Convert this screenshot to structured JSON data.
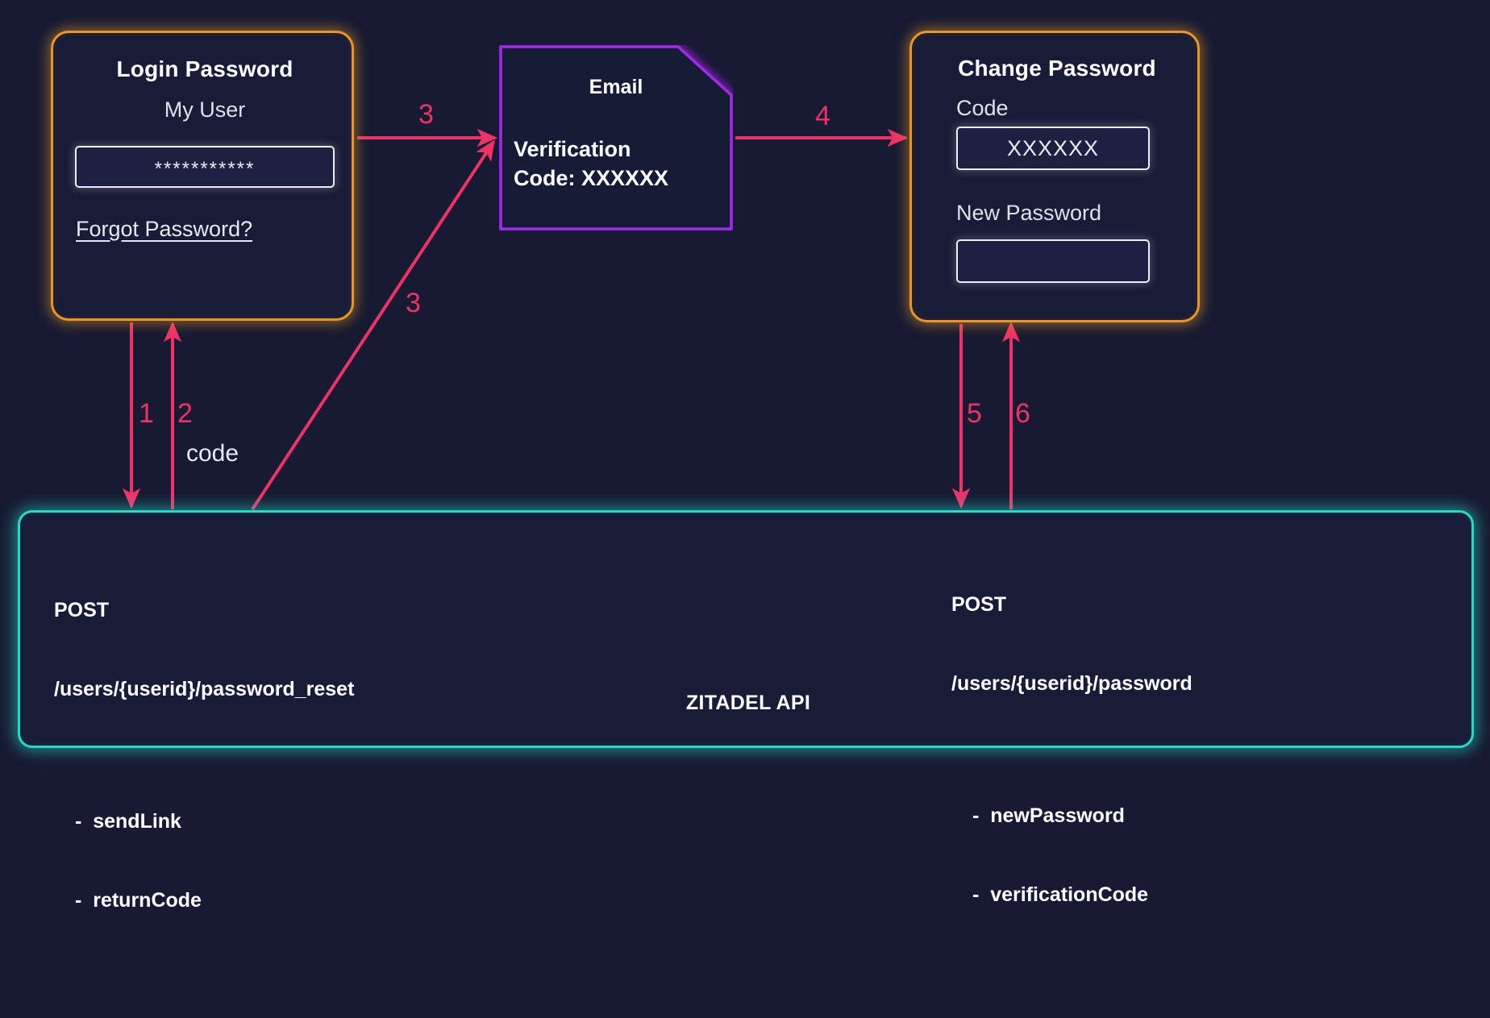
{
  "background_color": "#171a32",
  "colors": {
    "orange_border": "#e8962a",
    "purple_border": "#a12ae8",
    "cyan_border": "#29d9c8",
    "arrow_pink": "#ef3366",
    "card_fill": "#191c36",
    "text_white": "#ffffff",
    "text_muted": "#dfe0ea"
  },
  "login_card": {
    "title": "Login Password",
    "username": "My User",
    "password_value": "***********",
    "forgot_link": "Forgot Password?"
  },
  "email_card": {
    "title": "Email",
    "body_line1": "Verification",
    "body_line2": "Code: XXXXXX"
  },
  "change_card": {
    "title": "Change Password",
    "code_label": "Code",
    "code_value": "XXXXXX",
    "new_password_label": "New Password",
    "new_password_value": ""
  },
  "api_card": {
    "footer": "ZITADEL API",
    "left": {
      "method": "POST",
      "path": "/users/{userid}/password_reset",
      "params": [
        "-  sendLink",
        "-  returnCode"
      ]
    },
    "right": {
      "method": "POST",
      "path": "/users/{userid}/password",
      "params": [
        "-  newPassword",
        "-  verificationCode"
      ]
    }
  },
  "arrows": [
    {
      "id": "1",
      "label": "1",
      "from": "login-card",
      "to": "api-card",
      "direction": "down"
    },
    {
      "id": "2",
      "label": "2",
      "from": "api-card",
      "to": "login-card",
      "direction": "up",
      "note": "code"
    },
    {
      "id": "3a",
      "label": "3",
      "from": "login-card",
      "to": "email-card",
      "direction": "right"
    },
    {
      "id": "3b",
      "label": "3",
      "from": "api-card",
      "to": "email-card",
      "direction": "diagonal-up-right"
    },
    {
      "id": "4",
      "label": "4",
      "from": "email-card",
      "to": "change-card",
      "direction": "right"
    },
    {
      "id": "5",
      "label": "5",
      "from": "change-card",
      "to": "api-card",
      "direction": "down"
    },
    {
      "id": "6",
      "label": "6",
      "from": "api-card",
      "to": "change-card",
      "direction": "up"
    }
  ],
  "arrow_notes": {
    "code": "code"
  }
}
